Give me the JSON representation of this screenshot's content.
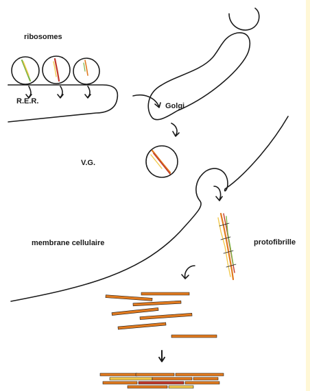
{
  "labels": {
    "ribosomes": "ribosomes",
    "rer": "R.E.R.",
    "golgi": "Golgi",
    "vg": "V.G.",
    "membrane": "membrane cellulaire",
    "protofibrille": "protofibrille"
  },
  "colors": {
    "ink": "#1a1a1a",
    "collagen_orange": "#e07a1f",
    "collagen_red": "#c0392b",
    "collagen_yellow": "#f2c94c",
    "collagen_green": "#7cb342"
  }
}
